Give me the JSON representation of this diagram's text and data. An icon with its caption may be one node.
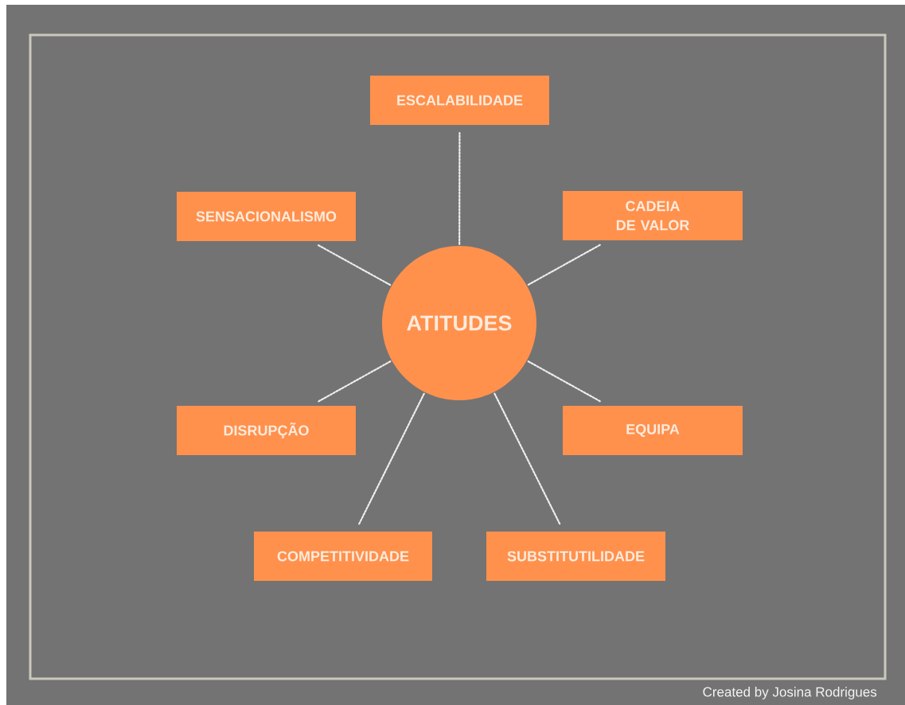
{
  "diagram": {
    "caption": "Created by Josina Rodrigues",
    "nodes": [
      {
        "text": [
          "ATITUDES"
        ]
      },
      {
        "text": [
          "ESCALABILIDADE"
        ]
      },
      {
        "text": [
          "SENSACIONALISMO"
        ]
      },
      {
        "text": [
          "CADEIA DE VALOR"
        ]
      },
      {
        "text": [
          "DISRUPÇÃO"
        ]
      },
      {
        "text": [
          "EQUIPA"
        ]
      },
      {
        "text": [
          "COMPETITIVIDADE"
        ]
      },
      {
        "text": [
          "SUBSTITUTILIDADE"
        ]
      }
    ],
    "edges": [
      {
        "from": 0,
        "to": 1,
        "arrow": "none"
      },
      {
        "from": 0,
        "to": 2,
        "arrow": "none"
      },
      {
        "from": 0,
        "to": 3,
        "arrow": "none"
      },
      {
        "from": 0,
        "to": 4,
        "arrow": "none"
      },
      {
        "from": 0,
        "to": 5,
        "arrow": "none"
      },
      {
        "from": 0,
        "to": 6,
        "arrow": "none"
      },
      {
        "from": 0,
        "to": 7,
        "arrow": "none"
      }
    ]
  }
}
